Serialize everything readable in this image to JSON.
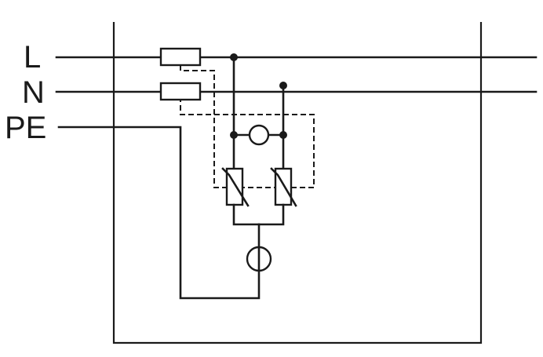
{
  "labels": {
    "line": "L",
    "neutral": "N",
    "protective_earth": "PE"
  }
}
